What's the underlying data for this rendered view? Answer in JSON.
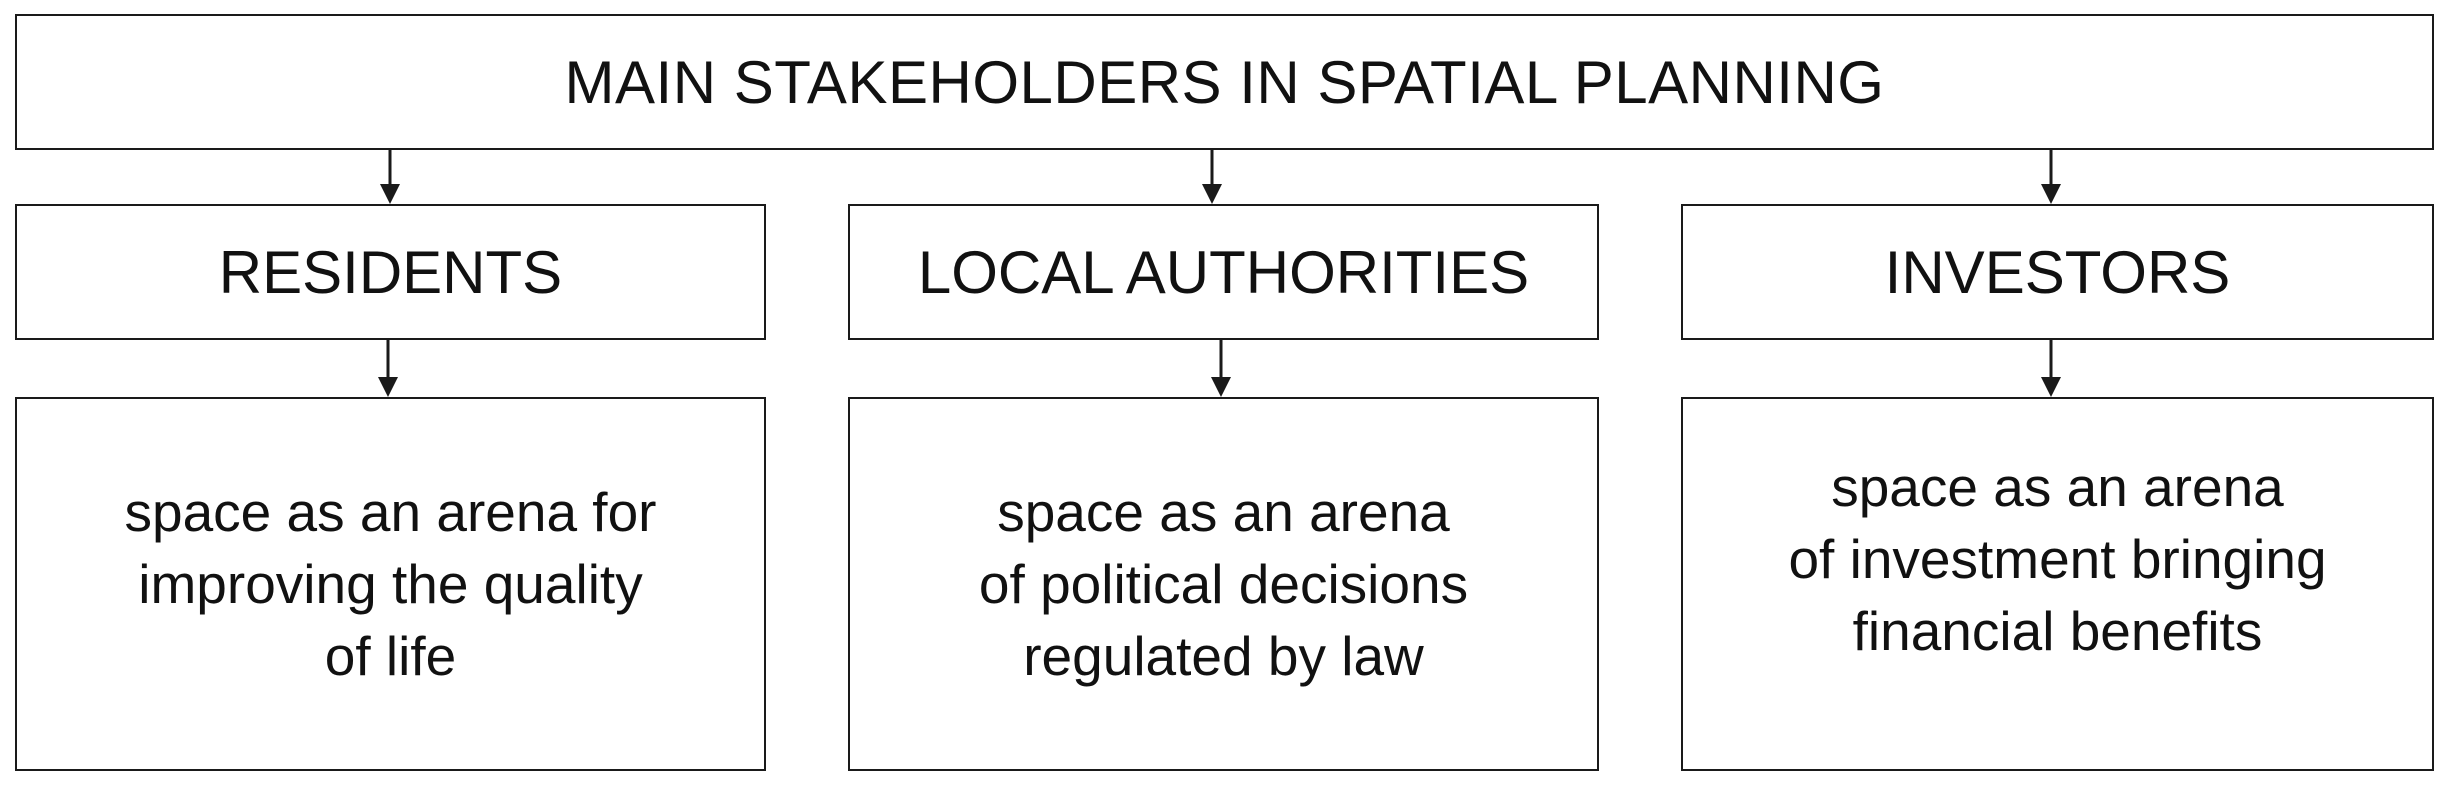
{
  "title": "MAIN STAKEHOLDERS IN SPATIAL PLANNING",
  "stakeholders": [
    {
      "name": "RESIDENTS",
      "description": [
        "space as an arena for",
        "improving the quality",
        "of life"
      ]
    },
    {
      "name": "LOCAL AUTHORITIES",
      "description": [
        "space as an arena",
        "of political decisions",
        "regulated by law"
      ]
    },
    {
      "name": "INVESTORS",
      "description": [
        "space as an arena",
        "of investment bringing",
        "financial benefits"
      ]
    }
  ],
  "colors": {
    "border": "#1a1a1a",
    "text": "#111111",
    "background": "#ffffff"
  }
}
